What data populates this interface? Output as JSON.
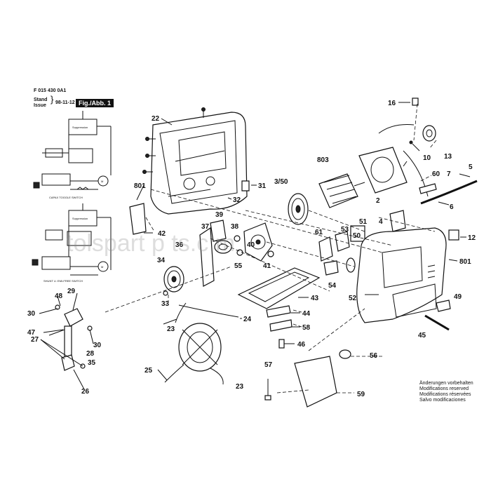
{
  "header": {
    "code": "F 015 430 0A1",
    "stand": "Stand",
    "issue": "Issue",
    "date": "98-11-12",
    "figure": "Fig./Abb. 1"
  },
  "notes": [
    "Änderungen vorbehalten",
    "Modifications reserved",
    "Modifications réservées",
    "Salvo modificaciones"
  ],
  "watermark": "tolspart p  ts.c  m",
  "schematic": {
    "top_box": "Suppression",
    "top_caption": "CAPAX TOGGLE SWITCH",
    "bottom_box": "Suppression",
    "bottom_caption": "SHUNT U. EMI-FREE SWITCH"
  },
  "callouts": [
    "16",
    "13",
    "10",
    "5",
    "60",
    "7",
    "6",
    "12",
    "801",
    "49",
    "45",
    "803",
    "3/50",
    "2",
    "51",
    "4",
    "50",
    "53",
    "61",
    "54",
    "52",
    "22",
    "31",
    "801",
    "32",
    "39",
    "37",
    "38",
    "42",
    "36",
    "40",
    "55",
    "34",
    "41",
    "43",
    "33",
    "44",
    "23",
    "24",
    "58",
    "46",
    "25",
    "23",
    "57",
    "56",
    "59",
    "48",
    "29",
    "30",
    "47",
    "27",
    "28",
    "30",
    "35",
    "26"
  ]
}
